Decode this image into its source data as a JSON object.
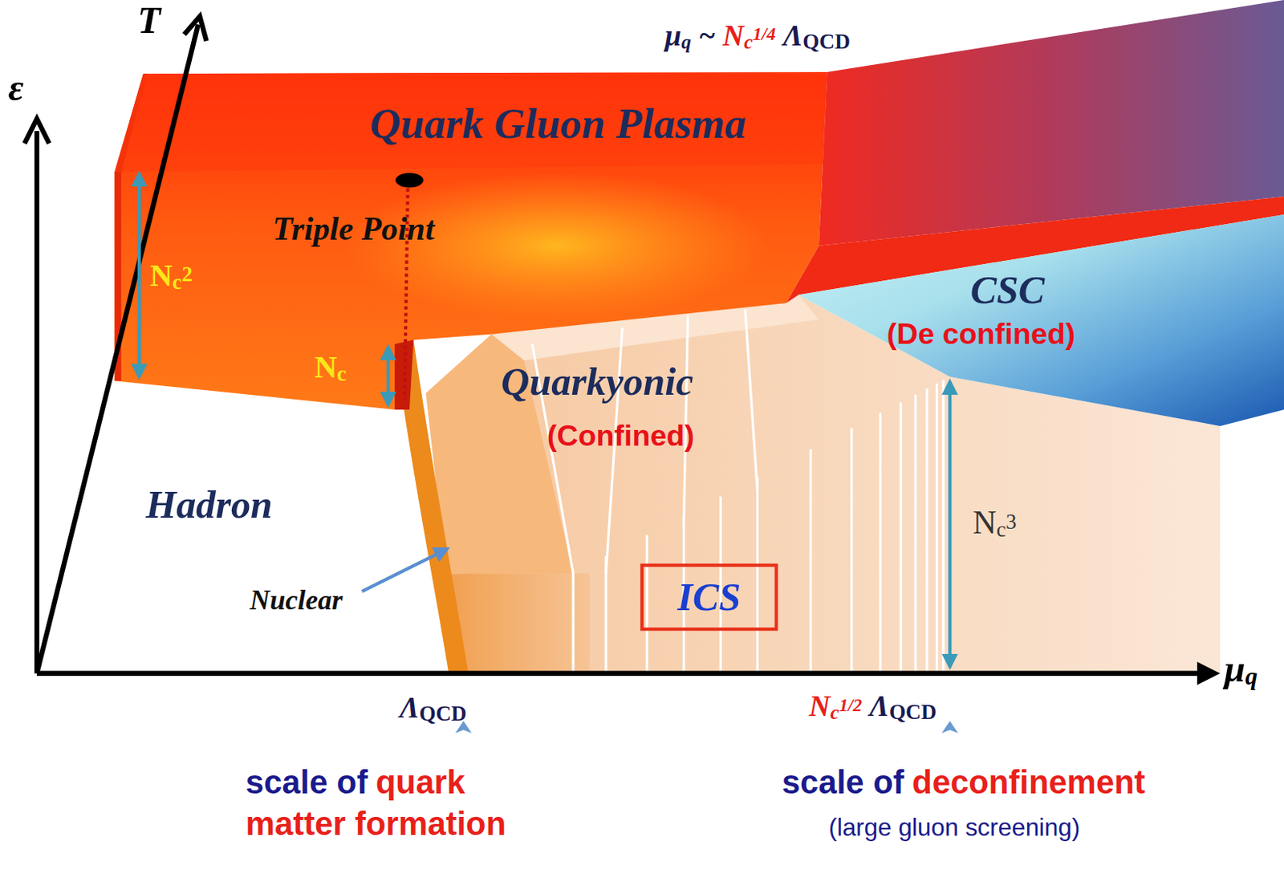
{
  "diagram": {
    "nodes": [
      {
        "text": [
          "ICS"
        ]
      }
    ],
    "labels": [
      "T",
      "ε",
      "μ",
      "q",
      "μ",
      "q",
      "~",
      "N",
      "c",
      "1/4",
      "Λ",
      "QCD",
      "Quark Gluon Plasma",
      "Triple Point",
      "N",
      "c",
      "2",
      "N",
      "c",
      "Quarkyonic",
      "(Confined)",
      "Hadron",
      "Nuclear",
      "CSC",
      "(De confined)",
      "N",
      "c",
      "3",
      "Λ",
      "QCD",
      "N",
      "c",
      "1/2",
      "Λ",
      "QCD",
      "scale of",
      "quark",
      "matter formation",
      "scale of",
      "deconfinement",
      "(large gluon screening)"
    ]
  }
}
